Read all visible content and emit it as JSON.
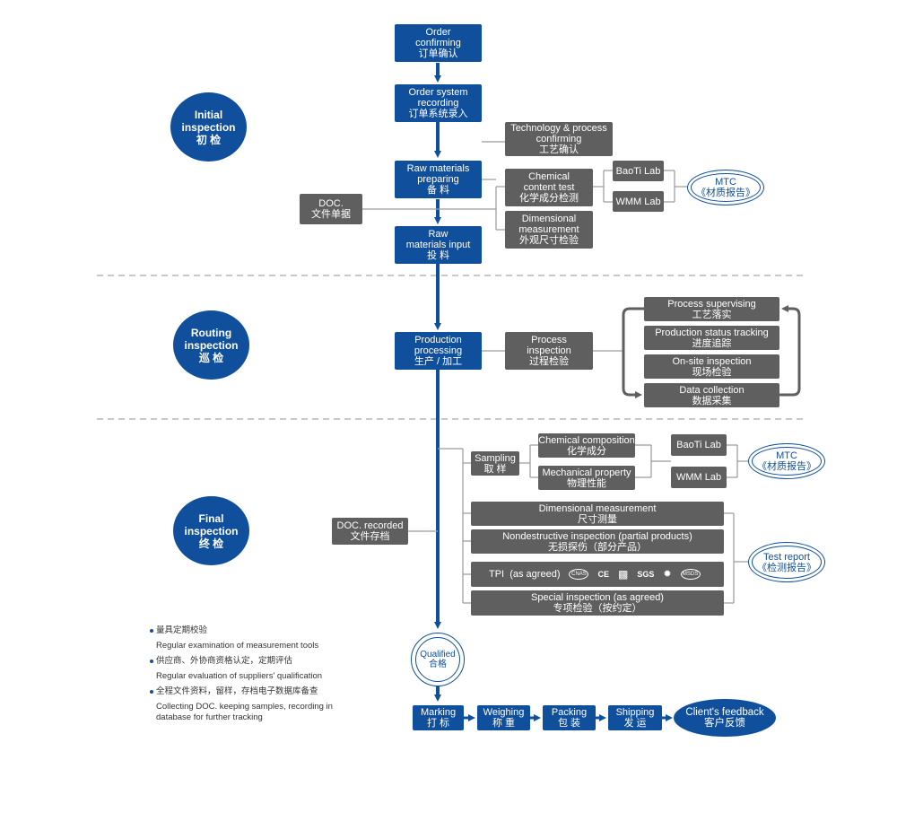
{
  "phases": {
    "initial": {
      "en": "Initial\ninspection",
      "zh": "初 检"
    },
    "routing": {
      "en": "Routing\ninspection",
      "zh": "巡 检"
    },
    "final": {
      "en": "Final\ninspection",
      "zh": "终 检"
    }
  },
  "main_flow": {
    "order_confirming": {
      "en": "Order\nconfirming",
      "zh": "订单确认"
    },
    "order_recording": {
      "en": "Order system\nrecording",
      "zh": "订单系统录入"
    },
    "raw_preparing": {
      "en": "Raw materials\npreparing",
      "zh": "备 料"
    },
    "raw_input": {
      "en": "Raw\nmaterials input",
      "zh": "投 料"
    },
    "production": {
      "en": "Production\nprocessing",
      "zh": "生产 / 加工"
    },
    "qualified": {
      "en": "Qualified",
      "zh": "合格"
    }
  },
  "initial_side": {
    "doc": {
      "en": "DOC.",
      "zh": "文件单据"
    },
    "tech_confirm": {
      "en": "Technology & process\nconfirming",
      "zh": "工艺确认"
    },
    "chemical_test": {
      "en": "Chemical\ncontent test",
      "zh": "化学成分检测"
    },
    "dimensional": {
      "en": "Dimensional\nmeasurement",
      "zh": "外观尺寸检验"
    },
    "baoti_lab": "BaoTi Lab",
    "wmm_lab": "WMM Lab",
    "mtc": {
      "en": "MTC",
      "zh": "《材质报告》"
    }
  },
  "routing_side": {
    "process_inspection": {
      "en": "Process\ninspection",
      "zh": "过程检验"
    },
    "process_supervising": {
      "en": "Process supervising",
      "zh": "工艺落实"
    },
    "status_tracking": {
      "en": "Production status tracking",
      "zh": "进度追踪"
    },
    "onsite_inspection": {
      "en": "On-site inspection",
      "zh": "现场检验"
    },
    "data_collection": {
      "en": "Data collection",
      "zh": "数据采集"
    }
  },
  "final_side": {
    "doc_recorded": {
      "en": "DOC. recorded",
      "zh": "文件存档"
    },
    "sampling": {
      "en": "Sampling",
      "zh": "取 样"
    },
    "chemical_composition": {
      "en": "Chemical composition",
      "zh": "化学成分"
    },
    "mechanical_property": {
      "en": "Mechanical property",
      "zh": "物理性能"
    },
    "baoti_lab": "BaoTi Lab",
    "wmm_lab": "WMM Lab",
    "mtc": {
      "en": "MTC",
      "zh": "《材质报告》"
    },
    "dimensional_measurement": {
      "en": "Dimensional measurement",
      "zh": "尺寸测量"
    },
    "nondestructive": {
      "en": "Nondestructive inspection (partial products)",
      "zh": "无损探伤（部分产品）"
    },
    "tpi": {
      "en": "TPI  (as agreed)",
      "logos": [
        "CNAS",
        "CE",
        "SGS",
        "MSDS"
      ]
    },
    "special": {
      "en": "Special inspection (as agreed)",
      "zh": "专项检验（按约定）"
    },
    "test_report": {
      "en": "Test report",
      "zh": "《检测报告》"
    }
  },
  "bottom_flow": {
    "marking": {
      "en": "Marking",
      "zh": "打 标"
    },
    "weighing": {
      "en": "Weighing",
      "zh": "称 重"
    },
    "packing": {
      "en": "Packing",
      "zh": "包 装"
    },
    "shipping": {
      "en": "Shipping",
      "zh": "发 运"
    },
    "feedback": {
      "en": "Client's feedback",
      "zh": "客户反馈"
    }
  },
  "notes": [
    {
      "zh": "量具定期校验",
      "en": "Regular examination of measurement tools"
    },
    {
      "zh": "供应商、外协商资格认定，定期评估",
      "en": "Regular evaluation of suppliers' qualification"
    },
    {
      "zh": "全程文件资料，留样，存档电子数据库备查",
      "en": "Collecting DOC. keeping samples, recording in\ndatabase for further tracking"
    }
  ],
  "colors": {
    "blue": "#0f4f9c",
    "gray": "#5f5f5f",
    "line": "#9a9a9a",
    "dash": "#b5b5b5"
  }
}
